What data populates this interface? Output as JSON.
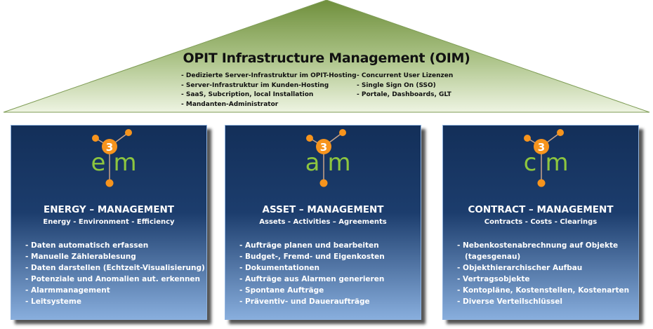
{
  "roof": {
    "title": "OPIT Infrastructure Management (OIM)",
    "left_items": [
      "- Dedizierte Server-Infrastruktur im OPIT-Hosting",
      "- Server-Infrastruktur im Kunden-Hosting",
      "- SaaS, Subcription, local Installation",
      "- Mandanten-Administrator"
    ],
    "right_items": [
      "- Concurrent User Lizenzen",
      "- Single Sign On (SSO)",
      "- Portale, Dashboards, GLT"
    ]
  },
  "panels": [
    {
      "logo_letters": [
        "e",
        "m"
      ],
      "logo_number": "3",
      "title": "ENERGY – MANAGEMENT",
      "subtitle": "Energy - Environment - Efficiency",
      "items": [
        "- Daten automatisch erfassen",
        "- Manuelle Zählerablesung",
        "- Daten darstellen (Echtzeit-Visualisierung)",
        "- Potenziale und Anomalien aut. erkennen",
        "- Alarmmanagement",
        "- Leitsysteme"
      ]
    },
    {
      "logo_letters": [
        "a",
        "m"
      ],
      "logo_number": "3",
      "title": "ASSET – MANAGEMENT",
      "subtitle": "Assets - Activities – Agreements",
      "items": [
        "- Aufträge planen und bearbeiten",
        "- Budget-, Fremd- und Eigenkosten",
        "- Dokumentationen",
        "- Aufträge aus Alarmen generieren",
        "- Spontane Aufträge",
        "- Präventiv- und Daueraufträge"
      ]
    },
    {
      "logo_letters": [
        "c",
        "m"
      ],
      "logo_number": "3",
      "title": "CONTRACT – MANAGEMENT",
      "subtitle": "Contracts - Costs - Clearings",
      "items": [
        "- Nebenkostenabrechnung auf Objekte",
        "   (tagesgenau)",
        "- Objekthierarchischer Aufbau",
        "- Vertragsobjekte",
        "- Kontopläne, Kostenstellen, Kostenarten",
        "- Diverse Verteilschlüssel"
      ]
    }
  ],
  "colors": {
    "logo_green": "#8dc63f",
    "logo_orange": "#f7941d",
    "panel_dark": "#132f59"
  }
}
